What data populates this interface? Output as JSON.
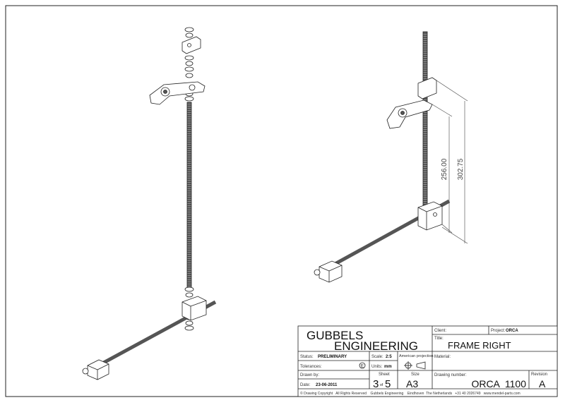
{
  "drawing": {
    "dimensions": [
      "256.00",
      "302.75"
    ]
  },
  "title_block": {
    "company_line1": "GUBBELS",
    "company_line2": "ENGINEERING",
    "client_label": "Client:",
    "project_label": "Project:",
    "project_value": "ORCA",
    "title_label": "Title:",
    "title_value": "FRAME RIGHT",
    "status_label": "Status:",
    "status_value": "PRELIMINARY",
    "scale_label": "Scale:",
    "scale_value": "2:5",
    "projection_label": "American projection",
    "material_label": "Material:",
    "tolerances_label": "Tolerances:",
    "tolerance_symbol": "E",
    "units_label": "Units:",
    "units_value": "mm",
    "drawn_by_label": "Drawn by:",
    "sheet_label": "Sheet",
    "sheet_value": "3",
    "sheet_of": "of",
    "sheet_total": "5",
    "size_label": "Size",
    "size_value": "A3",
    "drawing_number_label": "Drawing number:",
    "drawing_number_value": "ORCA  1100",
    "revision_label": "Revision",
    "revision_value": "A",
    "date_label": "Date:",
    "date_value": "23-06-2011",
    "footer": "© Drawing Copyright   All Rights Reserved    Gubbels Engineering    Eindhoven  The Netherlands   +31 40 2026749   www.mendel-parts.com"
  }
}
